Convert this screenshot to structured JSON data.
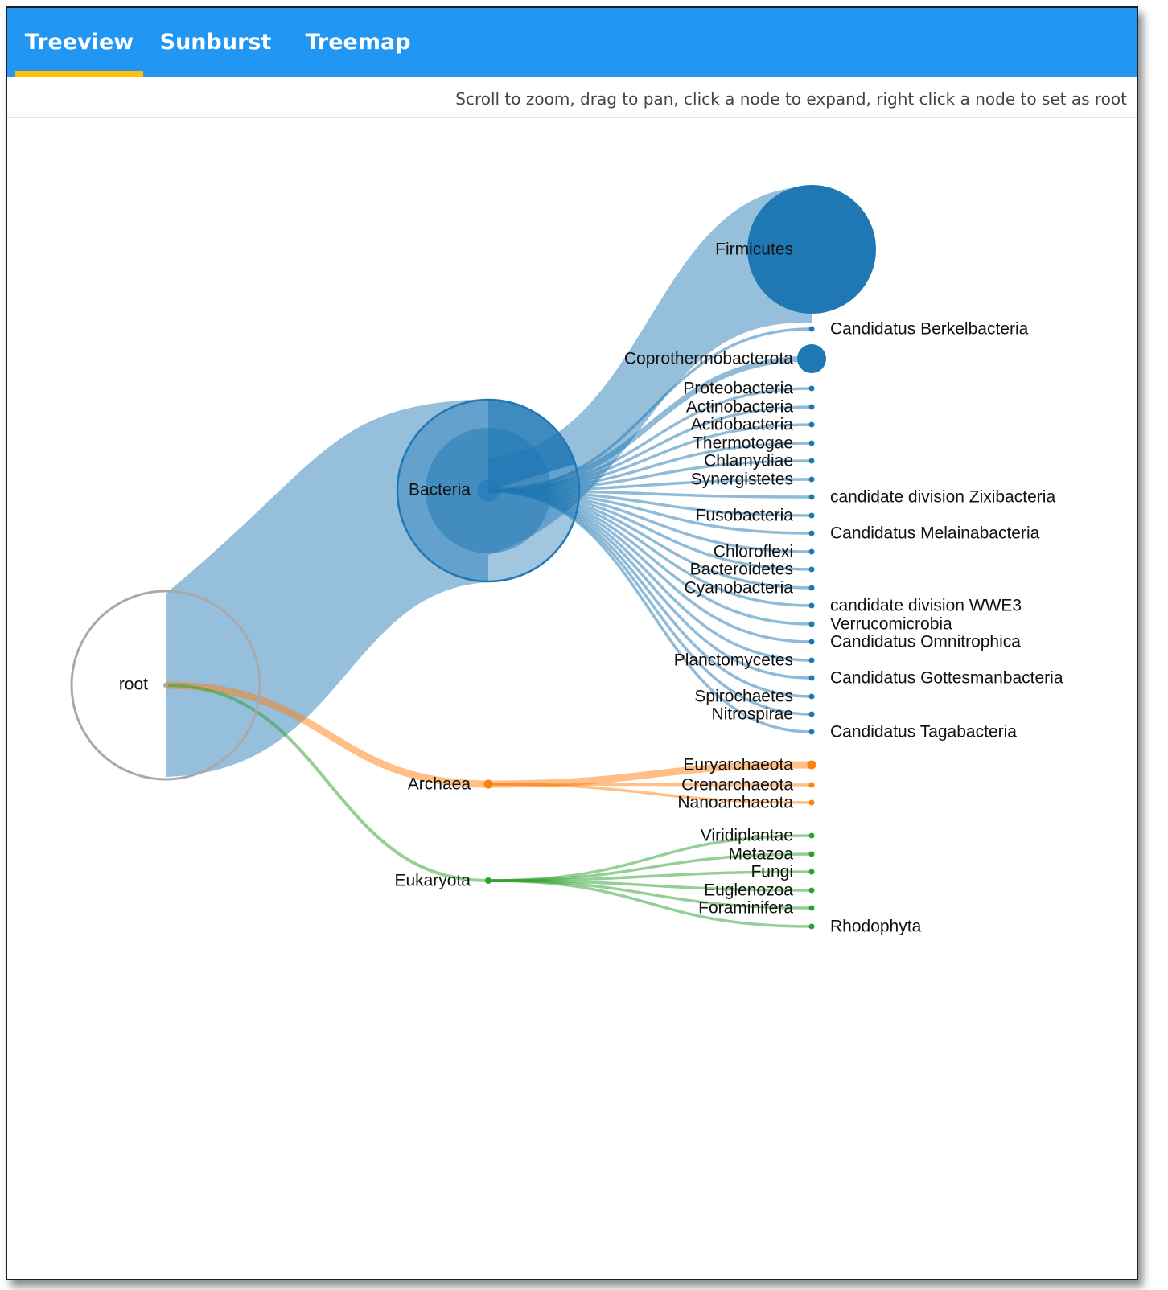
{
  "tabs": [
    {
      "label": "Treeview",
      "active": true
    },
    {
      "label": "Sunburst",
      "active": false
    },
    {
      "label": "Treemap",
      "active": false
    }
  ],
  "hint": "Scroll to zoom, drag to pan, click a node to expand, right click a node to set as root",
  "colors": {
    "tab_bar": "#2196f3",
    "tab_indicator": "#ffc107",
    "bacteria": "#1f77b4",
    "archaea": "#ff7f0e",
    "eukaryota": "#2ca02c"
  },
  "tree": {
    "root": "root",
    "domains": [
      {
        "name": "Bacteria",
        "color": "bacteria",
        "children": [
          "Firmicutes",
          "Candidatus Berkelbacteria",
          "Coprothermobacterota",
          "Proteobacteria",
          "Actinobacteria",
          "Acidobacteria",
          "Thermotogae",
          "Chlamydiae",
          "Synergistetes",
          "candidate division Zixibacteria",
          "Fusobacteria",
          "Candidatus Melainabacteria",
          "Chloroflexi",
          "Bacteroidetes",
          "Cyanobacteria",
          "candidate division WWE3",
          "Verrucomicrobia",
          "Candidatus Omnitrophica",
          "Planctomycetes",
          "Candidatus Gottesmanbacteria",
          "Spirochaetes",
          "Nitrospirae",
          "Candidatus Tagabacteria"
        ]
      },
      {
        "name": "Archaea",
        "color": "archaea",
        "children": [
          "Euryarchaeota",
          "Crenarchaeota",
          "Nanoarchaeota"
        ]
      },
      {
        "name": "Eukaryota",
        "color": "eukaryota",
        "children": [
          "Viridiplantae",
          "Metazoa",
          "Fungi",
          "Euglenozoa",
          "Foraminifera",
          "Rhodophyta"
        ]
      }
    ]
  }
}
